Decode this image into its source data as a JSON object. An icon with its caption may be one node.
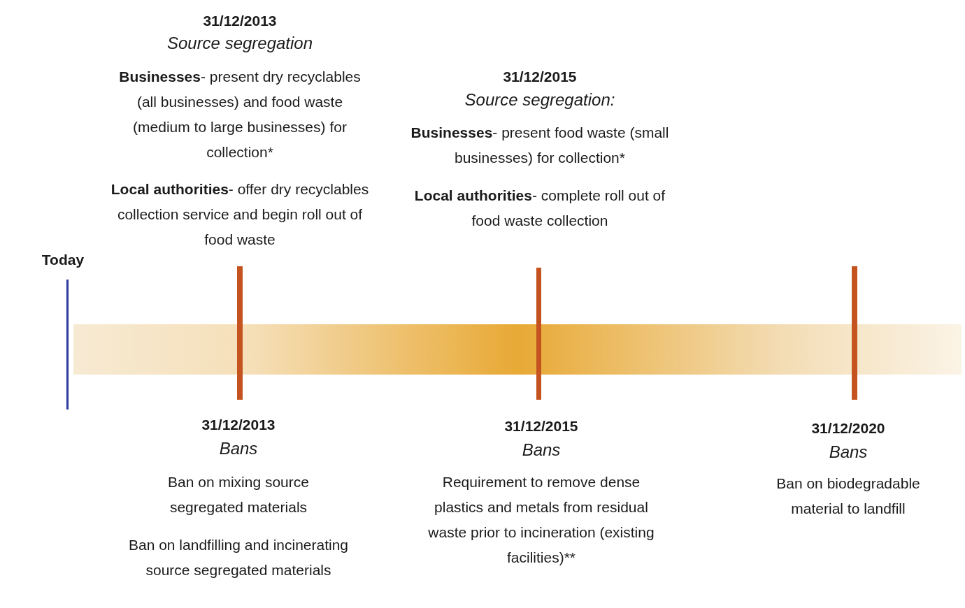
{
  "diagram": {
    "labels": [
      "31/12/2013",
      "Source segregation",
      "**Businesses**- present dry recyclables (all businesses) and food waste (medium to large businesses) for collection*",
      "**Local authorities**- offer dry recyclables collection service and begin roll out of food waste",
      "31/12/2015",
      "Source segregation:",
      "**Businesses**- present food waste (small businesses) for collection*",
      "**Local authorities**- complete roll out of food waste collection",
      "Today",
      "31/12/2013",
      "Bans",
      "Ban on mixing source segregated materials",
      "Ban on landfilling and incinerating source segregated materials",
      "31/12/2015",
      "Bans",
      "Requirement to remove dense plastics and metals from residual waste prior to incineration (existing facilities)**",
      "31/12/2020",
      "Bans",
      "Ban on biodegradable material to landfill"
    ]
  }
}
